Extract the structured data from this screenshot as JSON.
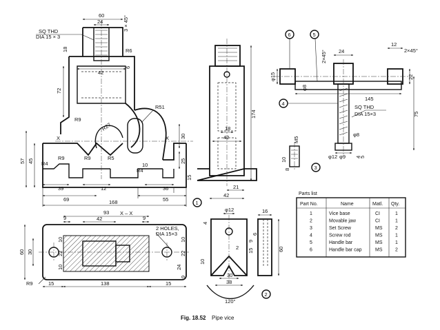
{
  "caption": {
    "fig": "Fig. 18.52",
    "text": "Pipe vice"
  },
  "parts_list": {
    "title": "Parts list",
    "headers": [
      "Part No.",
      "Name",
      "Matl.",
      "Qty."
    ],
    "rows": [
      [
        "1",
        "Vice base",
        "CI",
        "1"
      ],
      [
        "2",
        "Movable jaw",
        "CI",
        "1"
      ],
      [
        "3",
        "Set Screw",
        "MS",
        "2"
      ],
      [
        "4",
        "Screw rod",
        "MS",
        "1"
      ],
      [
        "5",
        "Handle bar",
        "MS",
        "1"
      ],
      [
        "6",
        "Handle bar cap",
        "MS",
        "2"
      ]
    ]
  },
  "balloons": {
    "b1": "1",
    "b2": "2",
    "b3": "3",
    "b4": "4",
    "b5": "5",
    "b6": "6"
  },
  "notes": {
    "sq_thd": "SQ THD",
    "dia_15x3": "DIA 15 × 3",
    "sq_thd_r": "SQ THD",
    "dia_15x3_r": "DIA 15×3",
    "two_holes": "2 HOLES,",
    "two_holes_dia": "DIA 15×3",
    "section": "X – X",
    "x_left": "X",
    "x_right": "X"
  },
  "dims_front": {
    "d60": "60",
    "d24": "24",
    "d3x45": "3 × 45°",
    "d18": "18",
    "r6": "R6",
    "d42": "42",
    "d72": "72",
    "r9a": "R9",
    "r51": "R51",
    "r27": "R27",
    "d30": "30",
    "d25": "25",
    "d45": "45",
    "d57": "57",
    "r4a": "R4",
    "r9b": "R9",
    "r9c": "R9",
    "r5": "R5",
    "r4b": "R4",
    "d10": "10",
    "d39": "39",
    "d12": "12",
    "d36": "36",
    "d69": "69",
    "d55": "55",
    "d168": "168",
    "d15r": "15",
    "d6": "6"
  },
  "dims_side": {
    "d174": "174",
    "d18": "18",
    "d42a": "42",
    "d21": "21",
    "d42b": "42"
  },
  "dims_top": {
    "d9a": "9",
    "d42": "42",
    "d93": "93",
    "d9b": "9",
    "d30": "30",
    "d60": "60",
    "d10a": "10",
    "d22a": "22",
    "d10b": "10",
    "r9": "R9",
    "d15a": "15",
    "d138": "138",
    "d15b": "15",
    "d10c": "10",
    "d22b": "22",
    "d24": "24",
    "d9c": "9"
  },
  "dims_screw": {
    "d2x45a": "2×45°",
    "d24": "24",
    "d12": "12",
    "d2x45b": "2×45°",
    "d15": "φ15",
    "d8": "φ8",
    "d22": "22",
    "d145": "145",
    "d75": "75",
    "d8b": "φ8",
    "m5": "M5",
    "d9": "φ9",
    "d12b": "φ12",
    "d4": "4",
    "d5": "5",
    "d10": "10",
    "d8c": "8"
  },
  "dims_jaw": {
    "d12": "φ12",
    "d16": "16",
    "d4": "4",
    "d6": "6",
    "d9": "9",
    "d15": "15",
    "d60": "60",
    "d10": "10",
    "d2": "2",
    "d30": "30",
    "d38": "38",
    "d120": "120°",
    "d2b": "2"
  }
}
